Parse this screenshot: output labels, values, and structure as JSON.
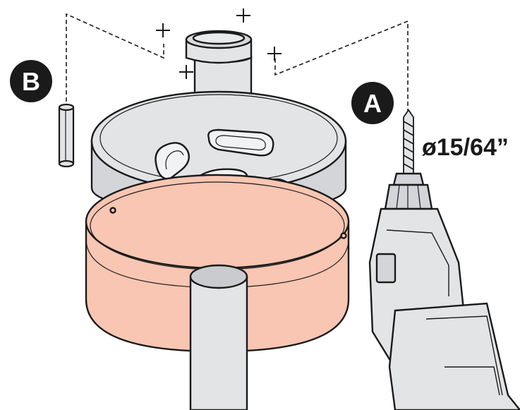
{
  "labels": {
    "step_a": "A",
    "step_b": "B",
    "drill_size": "ø15/64”"
  },
  "colors": {
    "outline": "#1a1a1a",
    "metal": "#e3e4e6",
    "metal_dark": "#c9cbce",
    "canopy": "#f8c6b2",
    "canopy_dark": "#eeb39d",
    "badge": "#1a1a1a",
    "badge_text": "#ffffff"
  },
  "icons": [
    "plus-mark-icon",
    "drill-icon",
    "drill-bit-icon",
    "wall-anchor-icon"
  ]
}
